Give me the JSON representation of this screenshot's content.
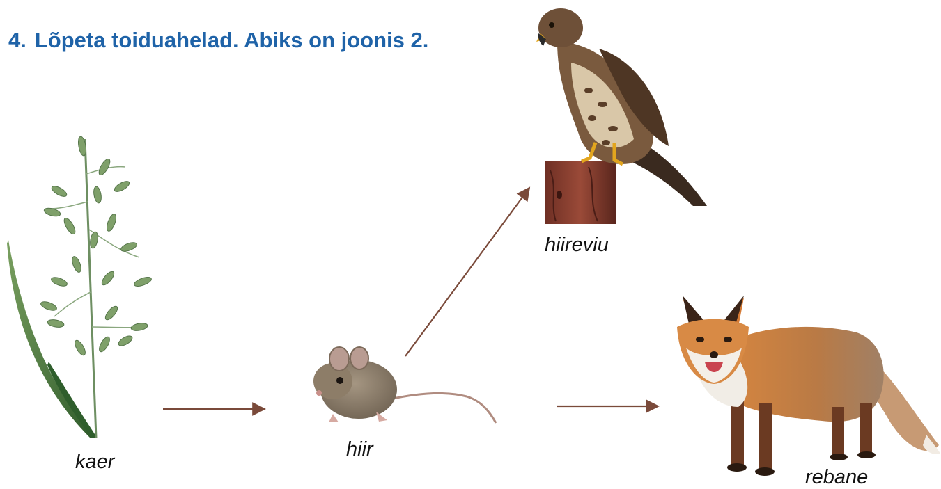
{
  "task": {
    "number": "4.",
    "text": "Lõpeta toiduahelad. Abiks on joonis 2."
  },
  "organisms": [
    {
      "id": "oat",
      "label": "kaer",
      "icon": "oat-plant-icon"
    },
    {
      "id": "mouse",
      "label": "hiir",
      "icon": "mouse-icon"
    },
    {
      "id": "buzzard",
      "label": "hiireviu",
      "icon": "buzzard-icon"
    },
    {
      "id": "fox",
      "label": "rebane",
      "icon": "fox-icon"
    }
  ],
  "arrows": [
    {
      "from": "oat",
      "to": "mouse"
    },
    {
      "from": "mouse",
      "to": "buzzard"
    },
    {
      "from": "mouse",
      "to": "fox"
    }
  ],
  "colors": {
    "title": "#1f63a8",
    "arrow": "#7a4a3a"
  }
}
